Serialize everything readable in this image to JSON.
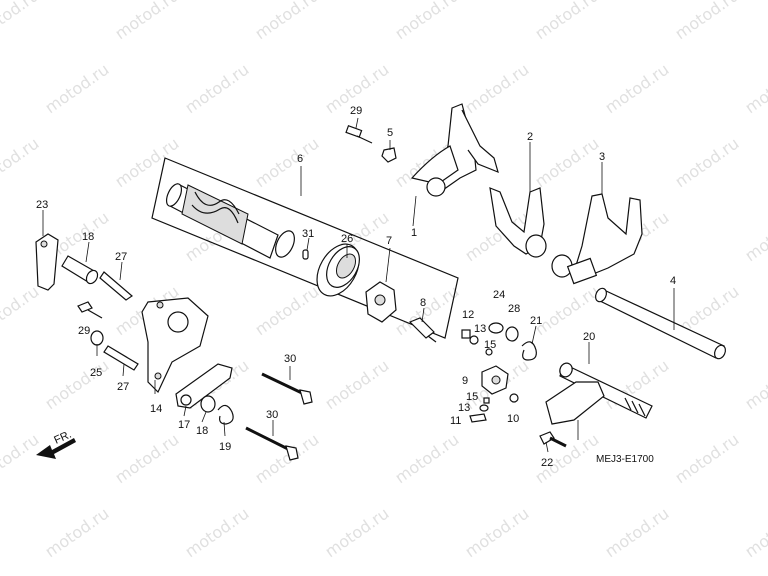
{
  "watermark": "motod.ru",
  "diagram_code": "MEJ3-E1700",
  "direction_label": "FR.",
  "callouts": [
    "1",
    "2",
    "3",
    "4",
    "5",
    "6",
    "7",
    "8",
    "9",
    "10",
    "11",
    "12",
    "13",
    "13",
    "14",
    "15",
    "15",
    "17",
    "18",
    "19",
    "20",
    "21",
    "22",
    "23",
    "24",
    "25",
    "26",
    "27",
    "27",
    "28",
    "29",
    "29",
    "30",
    "30",
    "31"
  ]
}
